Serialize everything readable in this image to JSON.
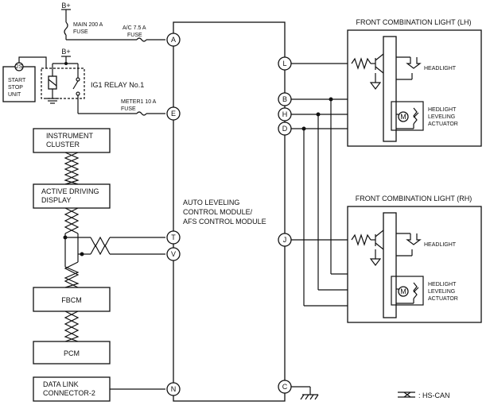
{
  "power": {
    "b_plus_top": "B+",
    "b_plus_relay": "B+"
  },
  "fuses": {
    "main": {
      "line1": "MAIN 200 A",
      "line2": "FUSE"
    },
    "ac": {
      "line1": "A/C 7.5 A",
      "line2": "FUSE"
    },
    "meter": {
      "line1": "METER1 10 A",
      "line2": "FUSE"
    }
  },
  "start_stop_unit": {
    "badge": "2S",
    "line1": "START",
    "line2": "STOP",
    "line3": "UNIT"
  },
  "relay": {
    "label": "IG1 RELAY No.1"
  },
  "modules": {
    "instrument_cluster": {
      "line1": "INSTRUMENT",
      "line2": "CLUSTER"
    },
    "active_driving_display": {
      "line1": "ACTIVE DRIVING",
      "line2": "DISPLAY"
    },
    "fbcm": {
      "label": "FBCM"
    },
    "pcm": {
      "label": "PCM"
    },
    "data_link_connector": {
      "line1": "DATA LINK",
      "line2": "CONNECTOR-2"
    }
  },
  "control_module": {
    "line1": "AUTO LEVELING",
    "line2": "CONTROL MODULE/",
    "line3": "AFS CONTROL MODULE"
  },
  "pins": {
    "A": "A",
    "E": "E",
    "T": "T",
    "V": "V",
    "N": "N",
    "L": "L",
    "B": "B",
    "H": "H",
    "D": "D",
    "J": "J",
    "C": "C"
  },
  "front_lh": {
    "title": "FRONT COMBINATION LIGHT (LH)",
    "headlight": "HEADLIGHT",
    "actuator_line1": "HEDLIGHT",
    "actuator_line2": "LEVELING",
    "actuator_line3": "ACTUATOR",
    "motor": "M"
  },
  "front_rh": {
    "title": "FRONT COMBINATION LIGHT (RH)",
    "headlight": "HEADLIGHT",
    "actuator_line1": "HEDLIGHT",
    "actuator_line2": "LEVELING",
    "actuator_line3": "ACTUATOR",
    "motor": "M"
  },
  "legend": {
    "hs_can": ": HS-CAN"
  }
}
